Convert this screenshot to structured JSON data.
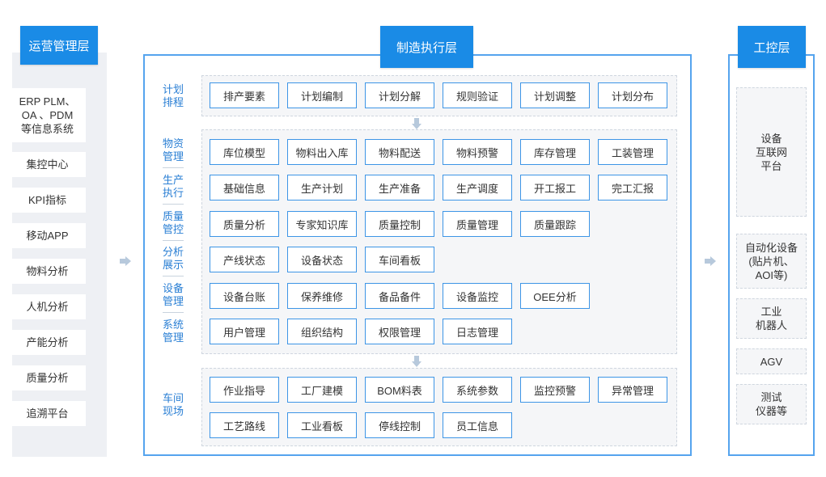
{
  "headers": {
    "left": "运营管理层",
    "middle": "制造执行层",
    "right": "工控层"
  },
  "left_items": [
    "ERP PLM、\nOA 、PDM\n等信息系统",
    "集控中心",
    "KPI指标",
    "移动APP",
    "物料分析",
    "人机分析",
    "产能分析",
    "质量分析",
    "追溯平台"
  ],
  "categories": {
    "plan": "计划\n排程",
    "material": "物资\n管理",
    "production": "生产\n执行",
    "quality": "质量\n管控",
    "analysis": "分析\n展示",
    "equipment": "设备\n管理",
    "system": "系统\n管理",
    "shopfloor": "车间\n现场"
  },
  "plan_row": [
    "排产要素",
    "计划编制",
    "计划分解",
    "规则验证",
    "计划调整",
    "计划分布"
  ],
  "exec_rows": [
    [
      "库位模型",
      "物料出入库",
      "物料配送",
      "物料预警",
      "库存管理",
      "工装管理"
    ],
    [
      "基础信息",
      "生产计划",
      "生产准备",
      "生产调度",
      "开工报工",
      "完工汇报"
    ],
    [
      "质量分析",
      "专家知识库",
      "质量控制",
      "质量管理",
      "质量跟踪"
    ],
    [
      "产线状态",
      "设备状态",
      "车间看板"
    ],
    [
      "设备台账",
      "保养维修",
      "备品备件",
      "设备监控",
      "OEE分析"
    ],
    [
      "用户管理",
      "组织结构",
      "权限管理",
      "日志管理"
    ]
  ],
  "floor_rows": [
    [
      "作业指导",
      "工厂建模",
      "BOM料表",
      "系统参数",
      "监控预警",
      "异常管理"
    ],
    [
      "工艺路线",
      "工业看板",
      "停线控制",
      "员工信息"
    ]
  ],
  "right_items": [
    "设备\n互联网\n平台",
    "自动化设备\n(贴片机、\nAOI等)",
    "工业\n机器人",
    "AGV",
    "测试\n仪器等"
  ],
  "colors": {
    "accent": "#1a8be6",
    "border": "#55a4ee",
    "category_text": "#2a7fd4",
    "arrow": "#b7c9dc"
  },
  "icons": [
    "arrow-right-icon",
    "arrow-down-icon"
  ]
}
